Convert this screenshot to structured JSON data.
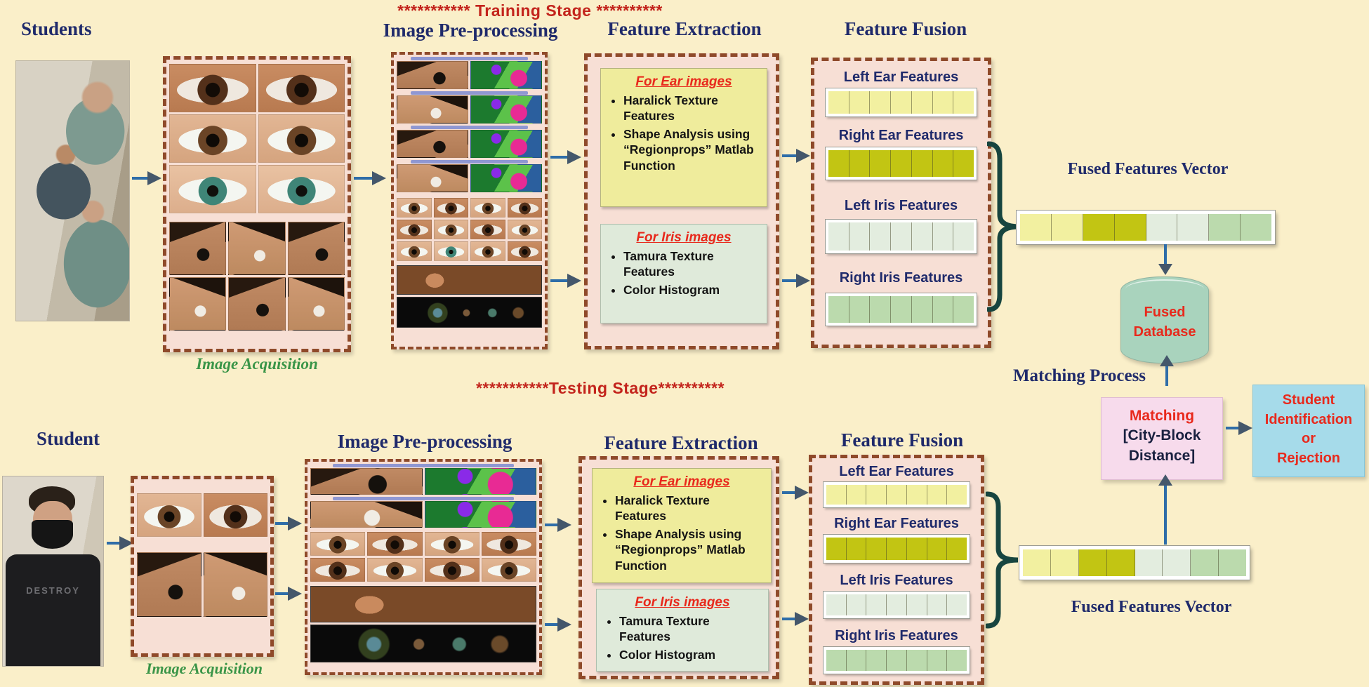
{
  "colors": {
    "background": "#FAEFC9",
    "panel_pink": "#F7DFD5",
    "dashed_brown": "#8F4A2A",
    "ear_box_yellow": "#EFEC9C",
    "iris_box_green": "#DFEADA",
    "header_navy": "#1F2A6B",
    "stage_red": "#C3241C",
    "accent_red": "#E8291C",
    "caption_green": "#3A9548",
    "arrow_blue": "#2E6DA8",
    "arrow_head_slate": "#44576B",
    "brace_teal": "#17453F",
    "cylinder_green": "#A9D3BD",
    "matching_pink": "#F7DBEC",
    "result_blue": "#A6DBEA"
  },
  "training": {
    "stage_title": "*********** Training  Stage **********",
    "source_label": "Students",
    "acquisition_caption": "Image Acquisition",
    "preprocessing_header": "Image Pre-processing",
    "feature_extraction_header": "Feature Extraction",
    "feature_fusion_header": "Feature  Fusion",
    "ear_features_box": {
      "title": "For Ear images",
      "bullets": [
        "Haralick Texture Features",
        "Shape Analysis using “Regionprops” Matlab Function"
      ]
    },
    "iris_features_box": {
      "title": "For Iris images",
      "bullets": [
        "Tamura Texture Features",
        "Color Histogram"
      ]
    },
    "fusion_bars": [
      {
        "label": "Left Ear Features",
        "color": "#F2F0A0"
      },
      {
        "label": "Right Ear Features",
        "color": "#C2C513"
      },
      {
        "label": "Left Iris Features",
        "color": "#E3EDDF"
      },
      {
        "label": "Right Iris Features",
        "color": "#BBDAAD"
      }
    ],
    "fused_vector_label": "Fused Features Vector",
    "fused_vector_cells": [
      "#F2F0A0",
      "#F2F0A0",
      "#C2C513",
      "#C2C513",
      "#E3EDDF",
      "#E3EDDF",
      "#BBDAAD",
      "#BBDAAD"
    ]
  },
  "testing": {
    "stage_title": "***********Testing Stage**********",
    "source_label": "Student",
    "shirt_text": "DESTROY",
    "acquisition_caption": "Image Acquisition",
    "preprocessing_header": "Image Pre-processing",
    "feature_extraction_header": "Feature Extraction",
    "feature_fusion_header": "Feature  Fusion",
    "ear_features_box": {
      "title": "For Ear images",
      "bullets": [
        "Haralick Texture Features",
        "Shape Analysis using “Regionprops” Matlab Function"
      ]
    },
    "iris_features_box": {
      "title": "For Iris images",
      "bullets": [
        "Tamura Texture Features",
        "Color Histogram"
      ]
    },
    "fusion_bars": [
      {
        "label": "Left Ear Features",
        "color": "#F2F0A0"
      },
      {
        "label": "Right Ear Features",
        "color": "#C2C513"
      },
      {
        "label": "Left Iris Features",
        "color": "#E3EDDF"
      },
      {
        "label": "Right Iris Features",
        "color": "#BBDAAD"
      }
    ],
    "fused_vector_label": "Fused Features Vector",
    "fused_vector_cells": [
      "#F2F0A0",
      "#F2F0A0",
      "#C2C513",
      "#C2C513",
      "#E3EDDF",
      "#E3EDDF",
      "#BBDAAD",
      "#BBDAAD"
    ]
  },
  "matching": {
    "process_label": "Matching Process",
    "database_lines": [
      "Fused",
      "Database"
    ],
    "box_title": "Matching",
    "box_detail_lines": [
      "[City-Block",
      "Distance]"
    ],
    "result_lines": [
      "Student",
      "Identification",
      "or",
      "Rejection"
    ]
  }
}
